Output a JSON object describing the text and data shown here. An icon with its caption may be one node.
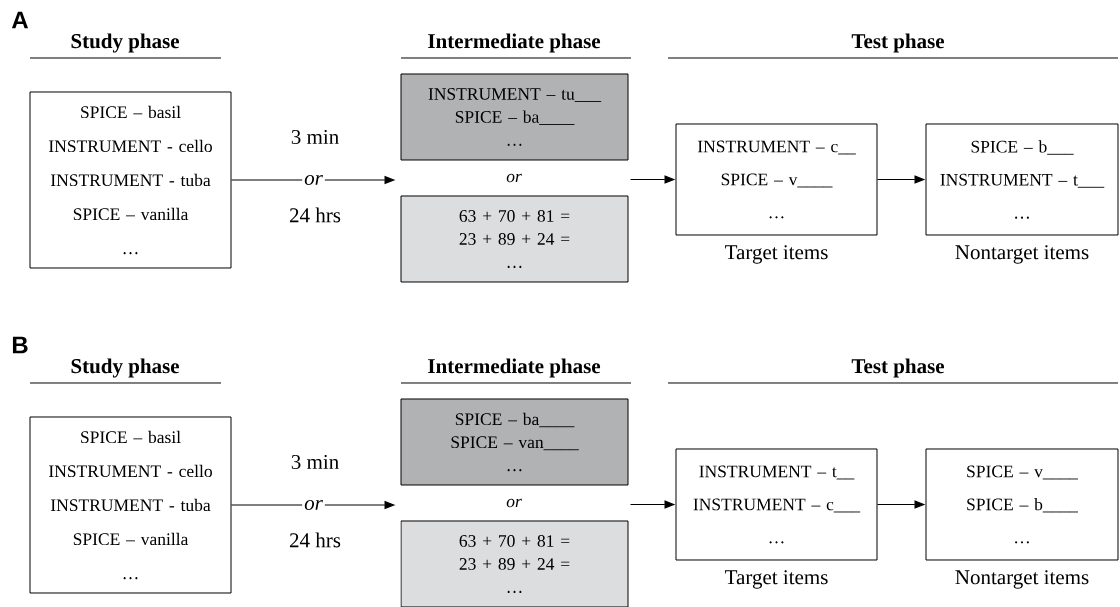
{
  "diagram": {
    "nodes": [
      {
        "text": [
          "SPICE – basil",
          "INSTRUMENT - cello",
          "INSTRUMENT - tuba",
          "SPICE – vanilla",
          "…"
        ]
      },
      {
        "text": [
          "INSTRUMENT – tu___",
          "SPICE – ba____",
          "…"
        ]
      },
      {
        "text": [
          "63 + 70 + 81 =",
          "23 + 89 + 24 =",
          "…"
        ]
      },
      {
        "text": [
          "INSTRUMENT – c__",
          "SPICE – v____",
          "…"
        ],
        "beside": [
          "Target items"
        ]
      },
      {
        "text": [
          "SPICE –  b___",
          "INSTRUMENT – t___",
          "…"
        ],
        "beside": [
          "Nontarget items"
        ]
      },
      {
        "text": [
          "SPICE – basil",
          "INSTRUMENT - cello",
          "INSTRUMENT - tuba",
          "SPICE – vanilla",
          "…"
        ]
      },
      {
        "text": [
          "SPICE – ba____",
          "SPICE – van____",
          "…"
        ]
      },
      {
        "text": [
          "63 + 70 + 81 =",
          "23 + 89 + 24 =",
          "…"
        ]
      },
      {
        "text": [
          "INSTRUMENT –  t__",
          "INSTRUMENT – c___",
          "…"
        ],
        "beside": [
          "Target items"
        ]
      },
      {
        "text": [
          "SPICE – v____",
          "SPICE – b____",
          "…"
        ],
        "beside": [
          "Nontarget items"
        ]
      }
    ],
    "edges": [
      {
        "from": 0,
        "to": null,
        "arrow": "to",
        "label": "or"
      },
      {
        "from": null,
        "to": 3,
        "arrow": "to"
      },
      {
        "from": 3,
        "to": 4,
        "arrow": "to"
      },
      {
        "from": 5,
        "to": null,
        "arrow": "to",
        "label": "or"
      },
      {
        "from": null,
        "to": 8,
        "arrow": "to"
      },
      {
        "from": 8,
        "to": 9,
        "arrow": "to"
      }
    ],
    "labels": [
      "A",
      "Study phase",
      "Intermediate phase",
      "Test phase",
      "3 min",
      "or",
      "24 hrs",
      "B",
      "Study phase",
      "Intermediate phase",
      "Test phase",
      "3 min",
      "or",
      "24 hrs"
    ]
  }
}
